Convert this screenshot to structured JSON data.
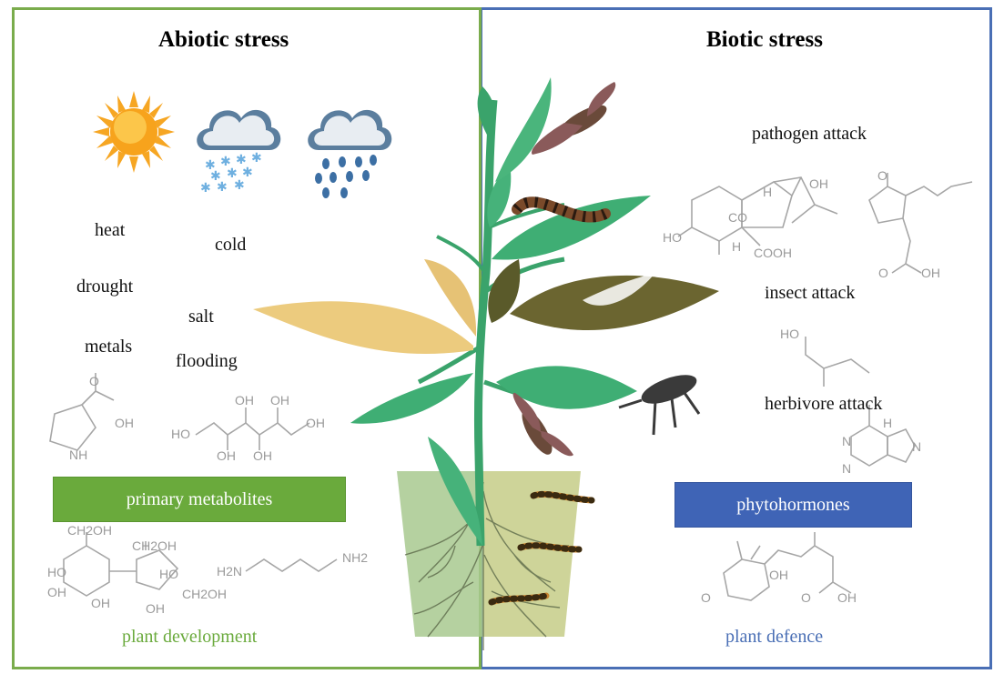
{
  "titles": {
    "abiotic": "Abiotic stress",
    "biotic": "Biotic stress"
  },
  "abiotic_labels": {
    "heat": "heat",
    "cold": "cold",
    "drought": "drought",
    "salt": "salt",
    "metals": "metals",
    "flooding": "flooding"
  },
  "biotic_labels": {
    "pathogen": "pathogen attack",
    "insect": "insect attack",
    "herbivore": "herbivore attack"
  },
  "boxes": {
    "primary": "primary metabolites",
    "phyto": "phytohormones"
  },
  "footers": {
    "left": "plant development",
    "right": "plant defence"
  },
  "chem": {
    "oh": "OH",
    "o": "O",
    "nh": "NH",
    "ho": "HO",
    "h": "H",
    "cooh": "COOH",
    "n": "N",
    "ch2oh": "CH2OH",
    "h2n": "H2N",
    "nh2": "NH2",
    "co": "CO"
  },
  "colors": {
    "abiotic": "#7aac4c",
    "biotic": "#4a6fb5"
  }
}
